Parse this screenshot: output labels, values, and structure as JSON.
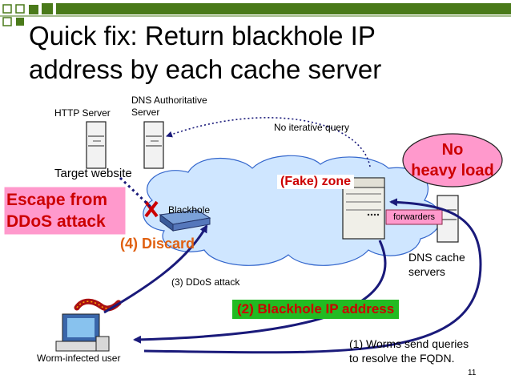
{
  "slide": {
    "title_line1": "Quick fix: Return blackhole IP",
    "title_line2": "address by each cache server",
    "page_number": "11"
  },
  "labels": {
    "http_server": "HTTP Server",
    "dns_auth_line1": "DNS Authoritative",
    "dns_auth_line2": "Server",
    "target_website": "Target website",
    "escape_line1": "Escape from",
    "escape_line2": "DDoS attack",
    "blackhole": "Blackhole",
    "discard": "(4) Discard",
    "no_iterative": "No iterative query",
    "fake_zone": "(Fake) zone",
    "no_heavy_line1": "No",
    "no_heavy_line2": "heavy load",
    "forwarders": "forwarders",
    "dns_cache_line1": "DNS cache",
    "dns_cache_line2": "servers",
    "ddos_attack": "(3) DDoS attack",
    "blackhole_ip": "(2) Blackhole IP address",
    "worm_user": "Worm-infected user",
    "worms_line1": "(1) Worms send queries",
    "worms_line2": "to resolve the FQDN."
  },
  "colors": {
    "header_green": "#4a7a1a",
    "cloud_fill": "#cfe6ff",
    "cloud_stroke": "#3366cc",
    "arrow_navy": "#1a1a7a",
    "accent_red": "#cc0000",
    "pink_fill": "#ff99cc",
    "green_label": "#22bb22"
  }
}
